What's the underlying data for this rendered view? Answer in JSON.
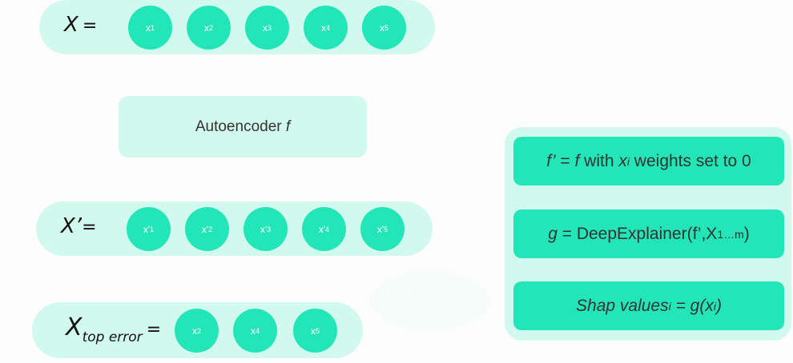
{
  "input_row": {
    "label": "X",
    "equals": "=",
    "features": [
      {
        "base": "x",
        "sub": "1"
      },
      {
        "base": "x",
        "sub": "2"
      },
      {
        "base": "x",
        "sub": "3"
      },
      {
        "base": "x",
        "sub": "4"
      },
      {
        "base": "x",
        "sub": "5"
      }
    ]
  },
  "autoencoder": {
    "label": "Autoencoder",
    "symbol": "f"
  },
  "reconstruction_row": {
    "label": "X’",
    "equals": "=",
    "features": [
      {
        "base": "x'",
        "sub": "1"
      },
      {
        "base": "x'",
        "sub": "2"
      },
      {
        "base": "x'",
        "sub": "3"
      },
      {
        "base": "x'",
        "sub": "4"
      },
      {
        "base": "x'",
        "sub": "5"
      }
    ]
  },
  "top_error_row": {
    "label": "X",
    "label_sub": "top error",
    "equals": "=",
    "features": [
      {
        "base": "x",
        "sub": "2"
      },
      {
        "base": "x",
        "sub": "4"
      },
      {
        "base": "x",
        "sub": "5"
      }
    ]
  },
  "loop_hint": {
    "line1": "For each feature",
    "line2_var": "x",
    "line2_var_sub": "i",
    "line2_in": " in ",
    "line2_set": "X",
    "line2_set_sub": "top error"
  },
  "steps": [
    {
      "f_prime": "f’",
      "eq": " = ",
      "f": "f",
      "with": " with ",
      "x": "x",
      "x_sub": "i",
      "rest": " weights set to 0"
    },
    {
      "g": "g",
      "eq": " = DeepExplainer(f’,X",
      "sub": "1…m",
      "close": ")"
    },
    {
      "shap": "Shap values",
      "shap_sub": "i",
      "eq": " = g(x",
      "x_sub": "i",
      "close": ")"
    }
  ],
  "colors": {
    "feature_circle": "#22e6b8",
    "container_light": "#d2f9ed",
    "step_box": "#22e6b8",
    "text_dark": "#333333"
  }
}
